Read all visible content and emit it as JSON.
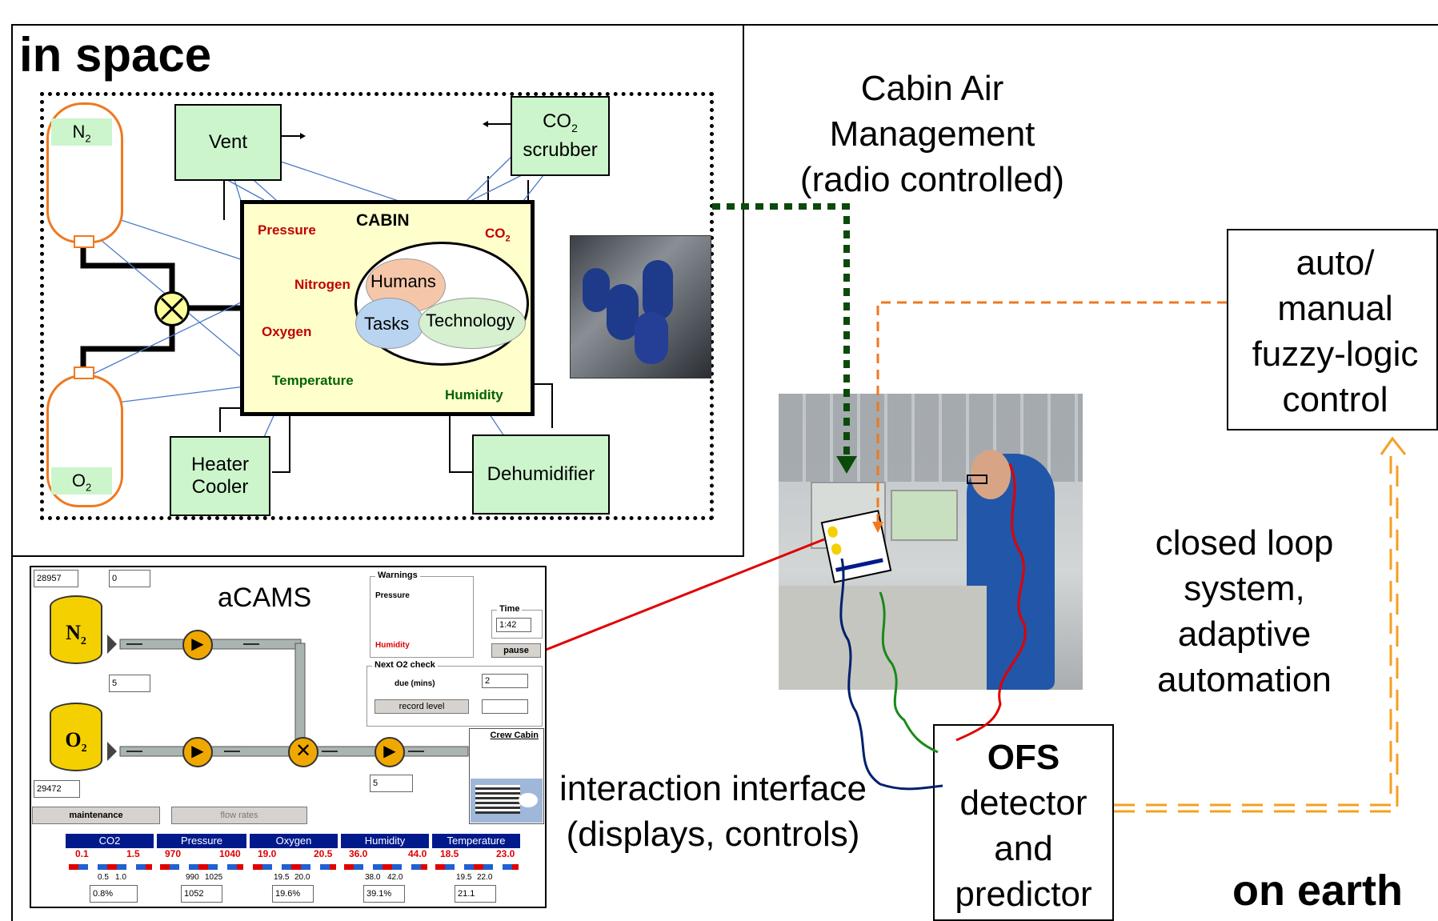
{
  "space": {
    "title": "in space",
    "n2_label": "N",
    "n2_sub": "2",
    "o2_label": "O",
    "o2_sub": "2",
    "vent": "Vent",
    "co2_scrubber_a": "CO",
    "co2_scrubber_sub": "2",
    "co2_scrubber_b": "scrubber",
    "heater": "Heater",
    "cooler": "Cooler",
    "dehumidifier": "Dehumidifier",
    "cabin": "CABIN",
    "pressure": "Pressure",
    "co2": "CO",
    "co2_sub": "2",
    "nitrogen": "Nitrogen",
    "oxygen": "Oxygen",
    "temperature": "Temperature",
    "humidity": "Humidity",
    "humans": "Humans",
    "tasks": "Tasks",
    "technology": "Technology"
  },
  "cabin_air_management": "Cabin Air\nManagement\n(radio controlled)",
  "fuzzy": "auto/\nmanual\nfuzzy-logic\ncontrol",
  "closed_loop": "closed loop\nsystem,\nadaptive\nautomation",
  "ofs": {
    "title": "OFS",
    "desc": "detector\nand\npredictor"
  },
  "on_earth": "on earth",
  "interaction": "interaction interface\n(displays, controls)",
  "acams": {
    "title": "aCAMS",
    "field_top1": "28957",
    "field_top2": "0",
    "n2_flow": "5",
    "o2_tank": "29472",
    "o2_flow": "5",
    "n2_label": "N",
    "n2_sub": "2",
    "o2_label": "O",
    "o2_sub": "2",
    "warnings_title": "Warnings",
    "warning_1": "Pressure",
    "warning_2": "Humidity",
    "time_title": "Time",
    "time_value": "1:42",
    "pause": "pause",
    "next_o2_title": "Next O2 check",
    "due_label": "due (mins)",
    "due_value": "2",
    "record_level": "record level",
    "record_value": "",
    "crew_cabin": "Crew Cabin",
    "maintenance": "maintenance",
    "flow_rates": "flow rates",
    "gauges": [
      {
        "name": "CO2",
        "min": "0.1",
        "max": "1.5",
        "lo": "0.5",
        "hi": "1.0",
        "value": "0.8%"
      },
      {
        "name": "Pressure",
        "min": "970",
        "max": "1040",
        "lo": "990",
        "hi": "1025",
        "value": "1052"
      },
      {
        "name": "Oxygen",
        "min": "19.0",
        "max": "20.5",
        "lo": "19.5",
        "hi": "20.0",
        "value": "19.6%"
      },
      {
        "name": "Humidity",
        "min": "36.0",
        "max": "44.0",
        "lo": "38.0",
        "hi": "42.0",
        "value": "39.1%"
      },
      {
        "name": "Temperature",
        "min": "18.5",
        "max": "23.0",
        "lo": "19.5",
        "hi": "22.0",
        "value": "21.1"
      }
    ]
  },
  "colors": {
    "green_fill": "#ccf5cc",
    "cabin_fill": "#ffffcc",
    "orange": "#f07820",
    "dark_green": "#0a4a0a",
    "bar_blue": "#001a8c"
  }
}
